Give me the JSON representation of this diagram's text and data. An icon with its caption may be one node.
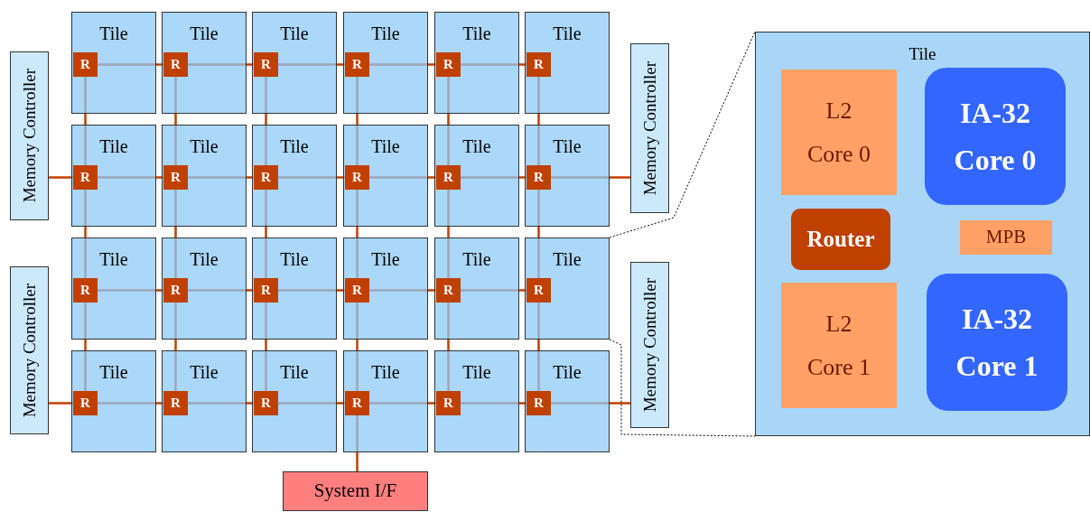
{
  "diagram": {
    "nodes": [
      {
        "text": [
          "Tile"
        ]
      },
      {
        "text": [
          "R"
        ],
        "in": 0
      },
      {
        "text": [
          "Tile"
        ]
      },
      {
        "text": [
          "R"
        ],
        "in": 2
      },
      {
        "text": [
          "Tile"
        ]
      },
      {
        "text": [
          "R"
        ],
        "in": 4
      },
      {
        "text": [
          "Tile"
        ]
      },
      {
        "text": [
          "R"
        ],
        "in": 6
      },
      {
        "text": [
          "Tile"
        ]
      },
      {
        "text": [
          "R"
        ],
        "in": 8
      },
      {
        "text": [
          "Tile"
        ]
      },
      {
        "text": [
          "R"
        ],
        "in": 10
      },
      {
        "text": [
          "Tile"
        ]
      },
      {
        "text": [
          "R"
        ],
        "in": 12
      },
      {
        "text": [
          "Tile"
        ]
      },
      {
        "text": [
          "R"
        ],
        "in": 14
      },
      {
        "text": [
          "Tile"
        ]
      },
      {
        "text": [
          "R"
        ],
        "in": 16
      },
      {
        "text": [
          "Tile"
        ]
      },
      {
        "text": [
          "R"
        ],
        "in": 18
      },
      {
        "text": [
          "Tile"
        ]
      },
      {
        "text": [
          "R"
        ],
        "in": 20
      },
      {
        "text": [
          "Tile"
        ]
      },
      {
        "text": [
          "R"
        ],
        "in": 22
      },
      {
        "text": [
          "Tile"
        ]
      },
      {
        "text": [
          "R"
        ],
        "in": 24
      },
      {
        "text": [
          "Tile"
        ]
      },
      {
        "text": [
          "R"
        ],
        "in": 26
      },
      {
        "text": [
          "Tile"
        ]
      },
      {
        "text": [
          "R"
        ],
        "in": 28
      },
      {
        "text": [
          "Tile"
        ]
      },
      {
        "text": [
          "R"
        ],
        "in": 30
      },
      {
        "text": [
          "Tile"
        ]
      },
      {
        "text": [
          "R"
        ],
        "in": 32
      },
      {
        "text": [
          "Tile"
        ]
      },
      {
        "text": [
          "R"
        ],
        "in": 34
      },
      {
        "text": [
          "Tile"
        ]
      },
      {
        "text": [
          "R"
        ],
        "in": 36
      },
      {
        "text": [
          "Tile"
        ]
      },
      {
        "text": [
          "R"
        ],
        "in": 38
      },
      {
        "text": [
          "Tile"
        ]
      },
      {
        "text": [
          "R"
        ],
        "in": 40
      },
      {
        "text": [
          "Tile"
        ]
      },
      {
        "text": [
          "R"
        ],
        "in": 42
      },
      {
        "text": [
          "Tile"
        ]
      },
      {
        "text": [
          "R"
        ],
        "in": 44
      },
      {
        "text": [
          "Tile"
        ]
      },
      {
        "text": [
          "R"
        ],
        "in": 46
      },
      {
        "text": [
          "Memory Controller"
        ]
      },
      {
        "text": [
          "Memory Controller"
        ]
      },
      {
        "text": [
          "Memory Controller"
        ]
      },
      {
        "text": [
          "Memory Controller"
        ]
      },
      {
        "text": [
          "System I/F"
        ]
      },
      {
        "text": [
          "Tile"
        ]
      },
      {
        "text": [
          "L2 Core 0"
        ],
        "in": 53
      },
      {
        "text": [
          "IA-32 Core 0"
        ],
        "in": 53
      },
      {
        "text": [
          "Router"
        ],
        "in": 53
      },
      {
        "text": [
          "MPB"
        ],
        "in": 53
      },
      {
        "text": [
          "L2 Core 1"
        ],
        "in": 53
      },
      {
        "text": [
          "IA-32 Core 1"
        ],
        "in": 53
      }
    ],
    "edges": [
      {
        "from": 1,
        "to": 3,
        "arrow": "none"
      },
      {
        "from": 3,
        "to": 5,
        "arrow": "none"
      },
      {
        "from": 5,
        "to": 7,
        "arrow": "none"
      },
      {
        "from": 7,
        "to": 9,
        "arrow": "none"
      },
      {
        "from": 9,
        "to": 11,
        "arrow": "none"
      },
      {
        "from": 13,
        "to": 15,
        "arrow": "none"
      },
      {
        "from": 15,
        "to": 17,
        "arrow": "none"
      },
      {
        "from": 17,
        "to": 19,
        "arrow": "none"
      },
      {
        "from": 19,
        "to": 21,
        "arrow": "none"
      },
      {
        "from": 21,
        "to": 23,
        "arrow": "none"
      },
      {
        "from": 25,
        "to": 27,
        "arrow": "none"
      },
      {
        "from": 27,
        "to": 29,
        "arrow": "none"
      },
      {
        "from": 29,
        "to": 31,
        "arrow": "none"
      },
      {
        "from": 31,
        "to": 33,
        "arrow": "none"
      },
      {
        "from": 33,
        "to": 35,
        "arrow": "none"
      },
      {
        "from": 37,
        "to": 39,
        "arrow": "none"
      },
      {
        "from": 39,
        "to": 41,
        "arrow": "none"
      },
      {
        "from": 41,
        "to": 43,
        "arrow": "none"
      },
      {
        "from": 43,
        "to": 45,
        "arrow": "none"
      },
      {
        "from": 45,
        "to": 47,
        "arrow": "none"
      },
      {
        "from": 1,
        "to": 13,
        "arrow": "none"
      },
      {
        "from": 3,
        "to": 15,
        "arrow": "none"
      },
      {
        "from": 5,
        "to": 17,
        "arrow": "none"
      },
      {
        "from": 7,
        "to": 19,
        "arrow": "none"
      },
      {
        "from": 9,
        "to": 21,
        "arrow": "none"
      },
      {
        "from": 11,
        "to": 23,
        "arrow": "none"
      },
      {
        "from": 13,
        "to": 25,
        "arrow": "none"
      },
      {
        "from": 15,
        "to": 27,
        "arrow": "none"
      },
      {
        "from": 17,
        "to": 29,
        "arrow": "none"
      },
      {
        "from": 19,
        "to": 31,
        "arrow": "none"
      },
      {
        "from": 21,
        "to": 33,
        "arrow": "none"
      },
      {
        "from": 23,
        "to": 35,
        "arrow": "none"
      },
      {
        "from": 25,
        "to": 37,
        "arrow": "none"
      },
      {
        "from": 27,
        "to": 39,
        "arrow": "none"
      },
      {
        "from": 29,
        "to": 41,
        "arrow": "none"
      },
      {
        "from": 31,
        "to": 43,
        "arrow": "none"
      },
      {
        "from": 33,
        "to": 45,
        "arrow": "none"
      },
      {
        "from": 35,
        "to": 47,
        "arrow": "none"
      },
      {
        "from": 48,
        "to": 13,
        "arrow": "none"
      },
      {
        "from": 23,
        "to": 49,
        "arrow": "none"
      },
      {
        "from": 50,
        "to": 37,
        "arrow": "none"
      },
      {
        "from": 47,
        "to": 51,
        "arrow": "none"
      },
      {
        "from": 43,
        "to": 52,
        "arrow": "none"
      },
      {
        "from": 34,
        "to": 53,
        "arrow": "none",
        "style": "dashed",
        "color": "#000000"
      },
      {
        "from": 34,
        "to": 53,
        "arrow": "none",
        "style": "dashed",
        "color": "#000000"
      }
    ]
  }
}
